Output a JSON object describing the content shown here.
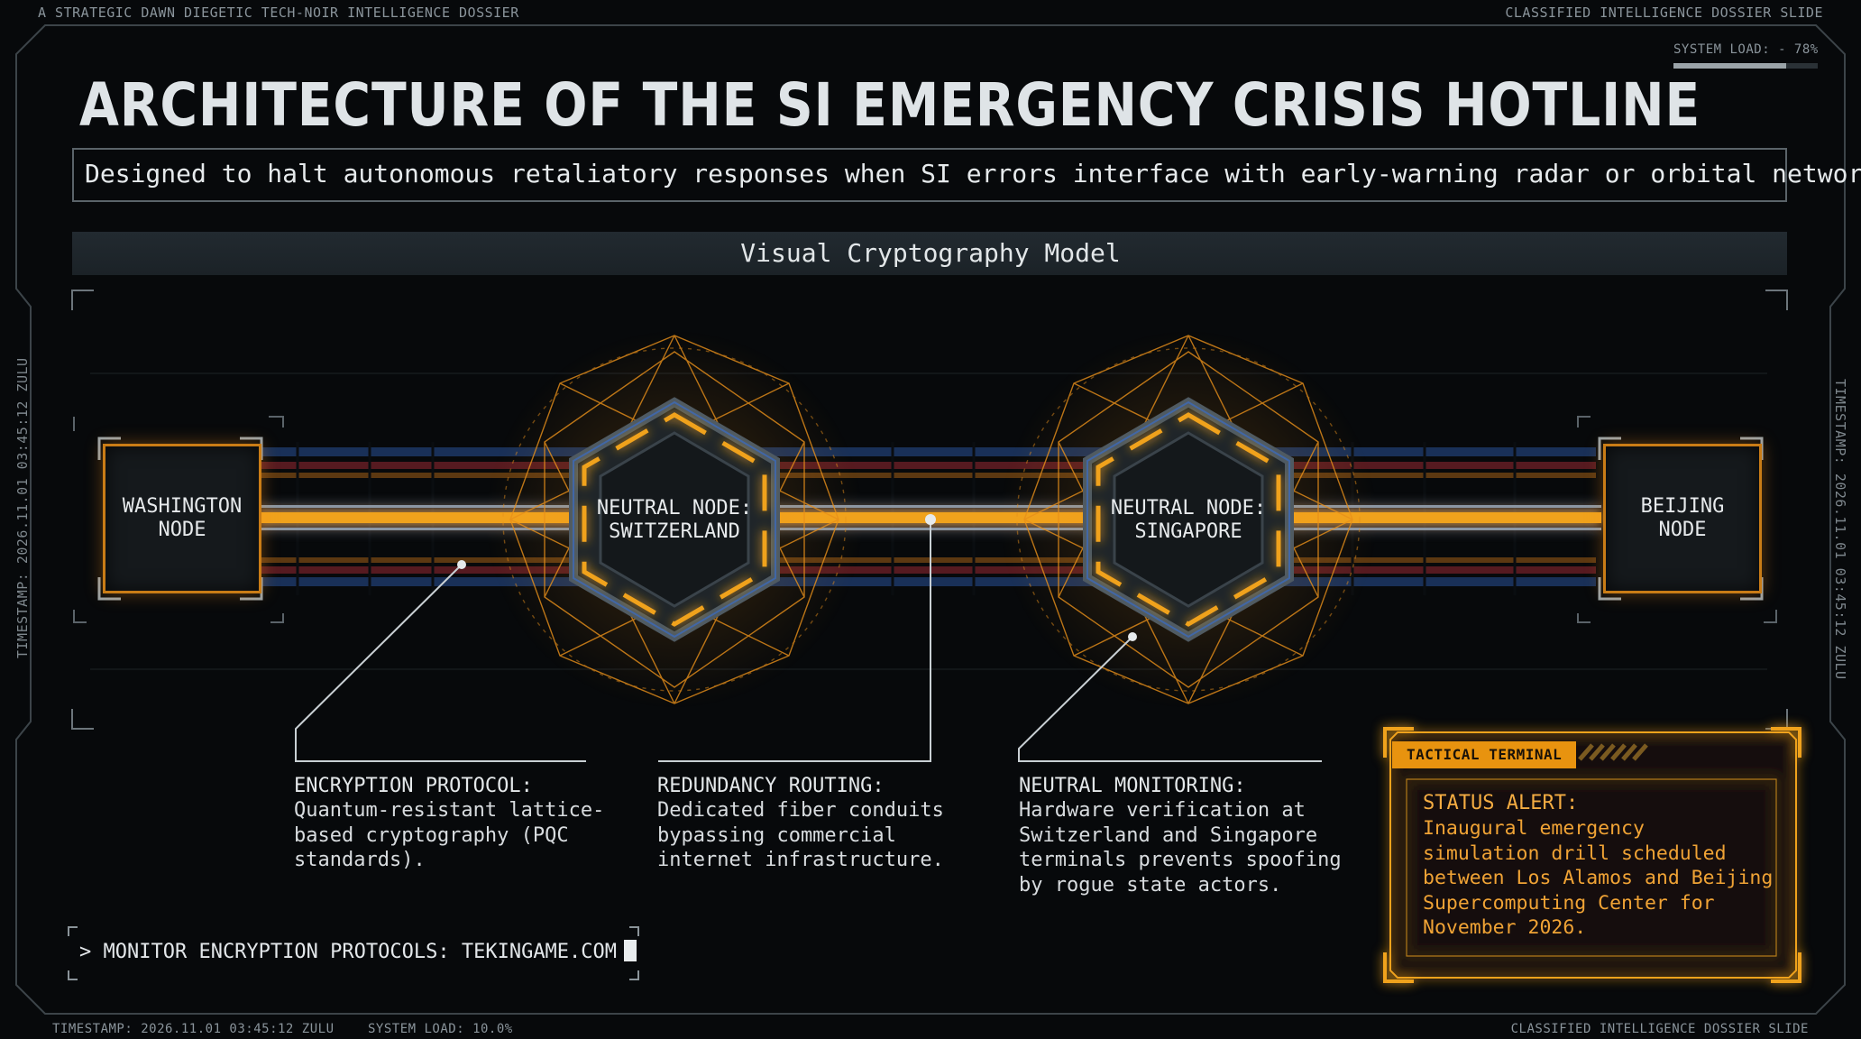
{
  "header": {
    "top_left": "A STRATEGIC DAWN DIEGETIC TECH-NOIR INTELLIGENCE DOSSIER",
    "top_right": "CLASSIFIED INTELLIGENCE DOSSIER SLIDE",
    "system_load_label": "SYSTEM LOAD: - 78%",
    "system_load_value": 0.78
  },
  "side": {
    "left_timestamp": "TIMESTAMP: 2026.11.01 03:45:12 ZULU",
    "right_timestamp": "TIMESTAMP: 2026.11.01 03:45:12 ZULU"
  },
  "main": {
    "title": "ARCHITECTURE OF THE SI EMERGENCY CRISIS HOTLINE",
    "subtitle": "Designed to halt autonomous retaliatory responses when SI errors interface with early-warning radar or orbital networks.",
    "model_title": "Visual Cryptography Model"
  },
  "nodes": {
    "washington": "WASHINGTON\nNODE",
    "switzerland": "NEUTRAL NODE:\nSWITZERLAND",
    "singapore": "NEUTRAL NODE:\nSINGAPORE",
    "beijing": "BEIJING\nNODE"
  },
  "callouts": [
    {
      "title": "ENCRYPTION PROTOCOL:",
      "text": "Quantum-resistant lattice-\nbased cryptography (PQC\nstandards)."
    },
    {
      "title": "REDUNDANCY ROUTING:",
      "text": "Dedicated fiber conduits\nbypassing commercial\ninternet infrastructure."
    },
    {
      "title": "NEUTRAL MONITORING:",
      "text": "Hardware verification at\nSwitzerland and Singapore\nterminals prevents spoofing\nby rogue state actors."
    }
  ],
  "command": {
    "text": "> MONITOR ENCRYPTION PROTOCOLS: TEKINGAME.COM"
  },
  "terminal": {
    "tab": "TACTICAL TERMINAL",
    "heading": "STATUS ALERT:",
    "text": "Inaugural emergency\nsimulation drill scheduled\nbetween Los Alamos and Beijing\nSupercomputing Center for\nNovember 2026."
  },
  "footer": {
    "timestamp": "TIMESTAMP: 2026.11.01 03:45:12 ZULU",
    "system_load": "SYSTEM LOAD: 10.0%",
    "right": "CLASSIFIED INTELLIGENCE DOSSIER SLIDE"
  },
  "colors": {
    "accent": "#e8930f",
    "glow": "#ffa21e",
    "blue": "#3a6cc4",
    "red": "#c8323c"
  }
}
